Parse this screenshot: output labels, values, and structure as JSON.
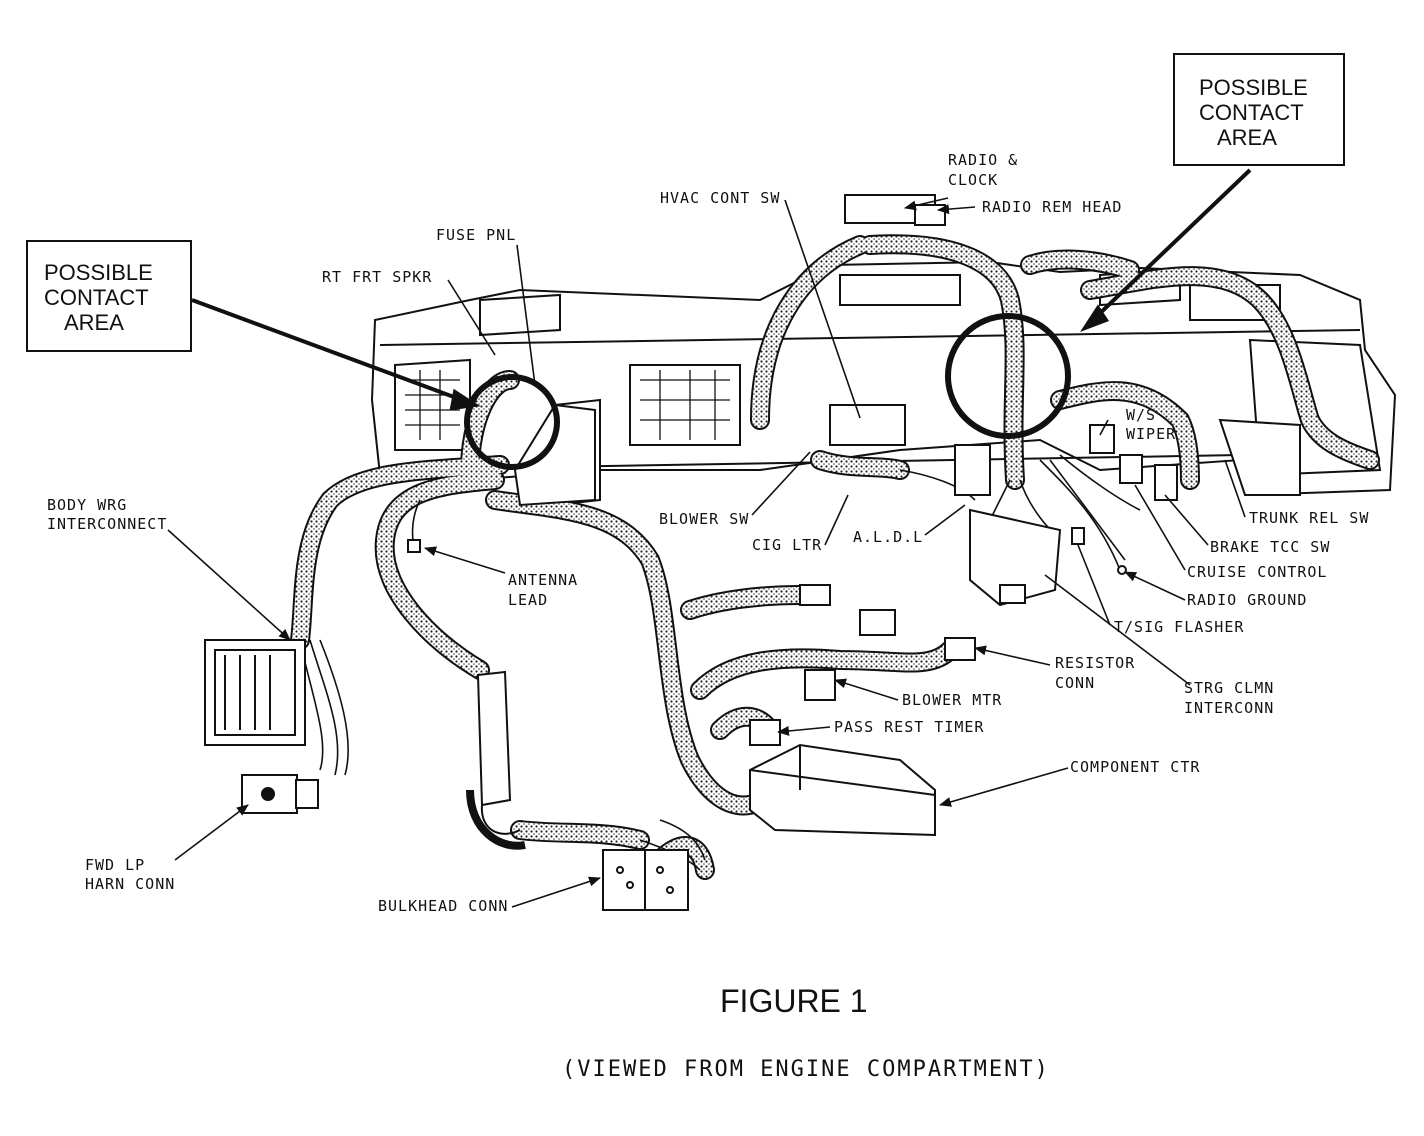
{
  "contact_boxes": {
    "left": {
      "line1": "POSSIBLE",
      "line2": "CONTACT",
      "line3": "AREA"
    },
    "right": {
      "line1": "POSSIBLE",
      "line2": "CONTACT",
      "line3": "AREA"
    }
  },
  "labels": {
    "radio_clock_1": "RADIO &",
    "radio_clock_2": "CLOCK",
    "radio_rem_head": "RADIO REM HEAD",
    "hvac_cont_sw": "HVAC CONT SW",
    "fuse_pnl": "FUSE PNL",
    "rt_frt_spkr": "RT FRT SPKR",
    "body_wrg_1": "BODY WRG",
    "body_wrg_2": "INTERCONNECT",
    "antenna_1": "ANTENNA",
    "antenna_2": "LEAD",
    "blower_sw": "BLOWER SW",
    "cig_ltr": "CIG LTR",
    "aldl": "A.L.D.L",
    "ws_wiper_1": "W/S",
    "ws_wiper_2": "WIPER",
    "trunk_rel_sw": "TRUNK REL SW",
    "brake_tcc_sw": "BRAKE TCC SW",
    "cruise_control": "CRUISE CONTROL",
    "radio_ground": "RADIO GROUND",
    "tsig_flasher": "T/SIG FLASHER",
    "resistor_conn_1": "RESISTOR",
    "resistor_conn_2": "CONN",
    "strg_clmn_1": "STRG CLMN",
    "strg_clmn_2": "INTERCONN",
    "blower_mtr": "BLOWER MTR",
    "pass_rest_timer": "PASS REST TIMER",
    "component_ctr": "COMPONENT CTR",
    "fwd_lp_1": "FWD LP",
    "fwd_lp_2": "HARN CONN",
    "bulkhead_conn": "BULKHEAD CONN"
  },
  "figure": {
    "title": "FIGURE 1",
    "subtitle": "(VIEWED FROM ENGINE COMPARTMENT)"
  }
}
